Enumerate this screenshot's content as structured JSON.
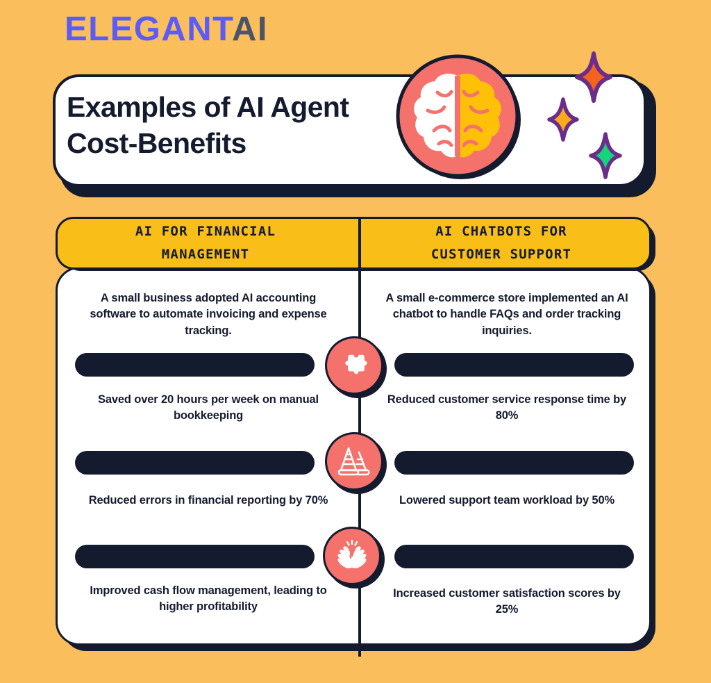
{
  "brand": {
    "name_primary": "ELEGANT",
    "name_secondary": "AI",
    "color_primary": "#5B5BF5",
    "color_secondary": "#4C546B"
  },
  "header": {
    "title": "Examples of AI Agent Cost-Benefits"
  },
  "theme": {
    "background": "#FBBE5C",
    "accent_yellow": "#F9BE17",
    "ink": "#141B2E",
    "coral": "#F4716C",
    "card": "#FFFFFF"
  },
  "decorations": {
    "brain_icon": "brain-icon",
    "brain_left_color": "#FFFFFF",
    "brain_right_color": "#FFC107",
    "sparkles": [
      {
        "name": "sparkle-orange-icon",
        "fill": "#F4631E",
        "stroke": "#6B2D8B"
      },
      {
        "name": "sparkle-amber-icon",
        "fill": "#FBAA19",
        "stroke": "#6B2D8B"
      },
      {
        "name": "sparkle-green-icon",
        "fill": "#15D47E",
        "stroke": "#6B2D8B"
      }
    ]
  },
  "columns": [
    {
      "id": "financial",
      "header": "AI FOR FINANCIAL\nMANAGEMENT",
      "intro": "A small business adopted AI accounting software to automate invoicing and expense tracking.",
      "benefits": [
        "Saved over 20 hours per week on manual bookkeeping",
        "Reduced errors in financial reporting by 70%",
        "Improved cash flow management, leading to higher profitability"
      ]
    },
    {
      "id": "chatbots",
      "header": "AI CHATBOTS FOR\nCUSTOMER SUPPORT",
      "intro": "A small e-commerce store implemented an AI chatbot to handle FAQs and order tracking inquiries.",
      "benefits": [
        "Reduced customer service response time by 80%",
        "Lowered support team workload by 50%",
        "Increased customer satisfaction scores by 25%"
      ]
    }
  ],
  "center_icons": [
    {
      "name": "puzzle-piece-icon"
    },
    {
      "name": "traffic-cones-icon"
    },
    {
      "name": "clapping-hands-icon"
    }
  ]
}
